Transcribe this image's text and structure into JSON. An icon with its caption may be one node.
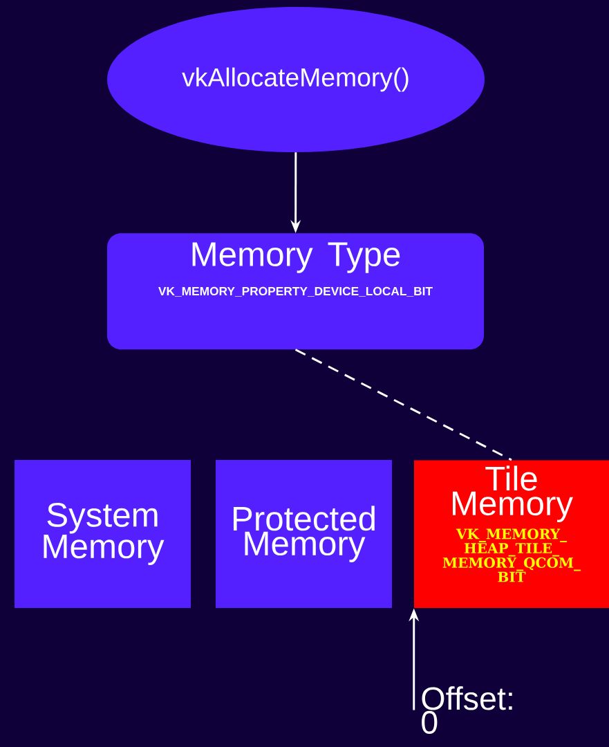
{
  "diagram": {
    "nodes": [
      {
        "text": [
          "vkAllocateMemory()"
        ]
      },
      {
        "text": [
          "Memory Type",
          "VK_MEMORY_PROPERTY_DEVICE_LOCAL_BIT"
        ]
      },
      {
        "text": [
          "System Memory"
        ]
      },
      {
        "text": [
          "Protected Memory"
        ]
      },
      {
        "text": [
          "Tile Memory",
          "VK_MEMORY_HEAP_TILE_MEMORY_QCOM_BIT"
        ]
      },
      {
        "text": [
          "Offset: 0"
        ]
      }
    ],
    "edges": [
      {
        "from": 0,
        "to": 1,
        "arrow": "to"
      },
      {
        "from": 1,
        "to": 4,
        "arrow": "none",
        "style": "dashed"
      },
      {
        "from": 5,
        "to": 4,
        "arrow": "to"
      }
    ]
  }
}
